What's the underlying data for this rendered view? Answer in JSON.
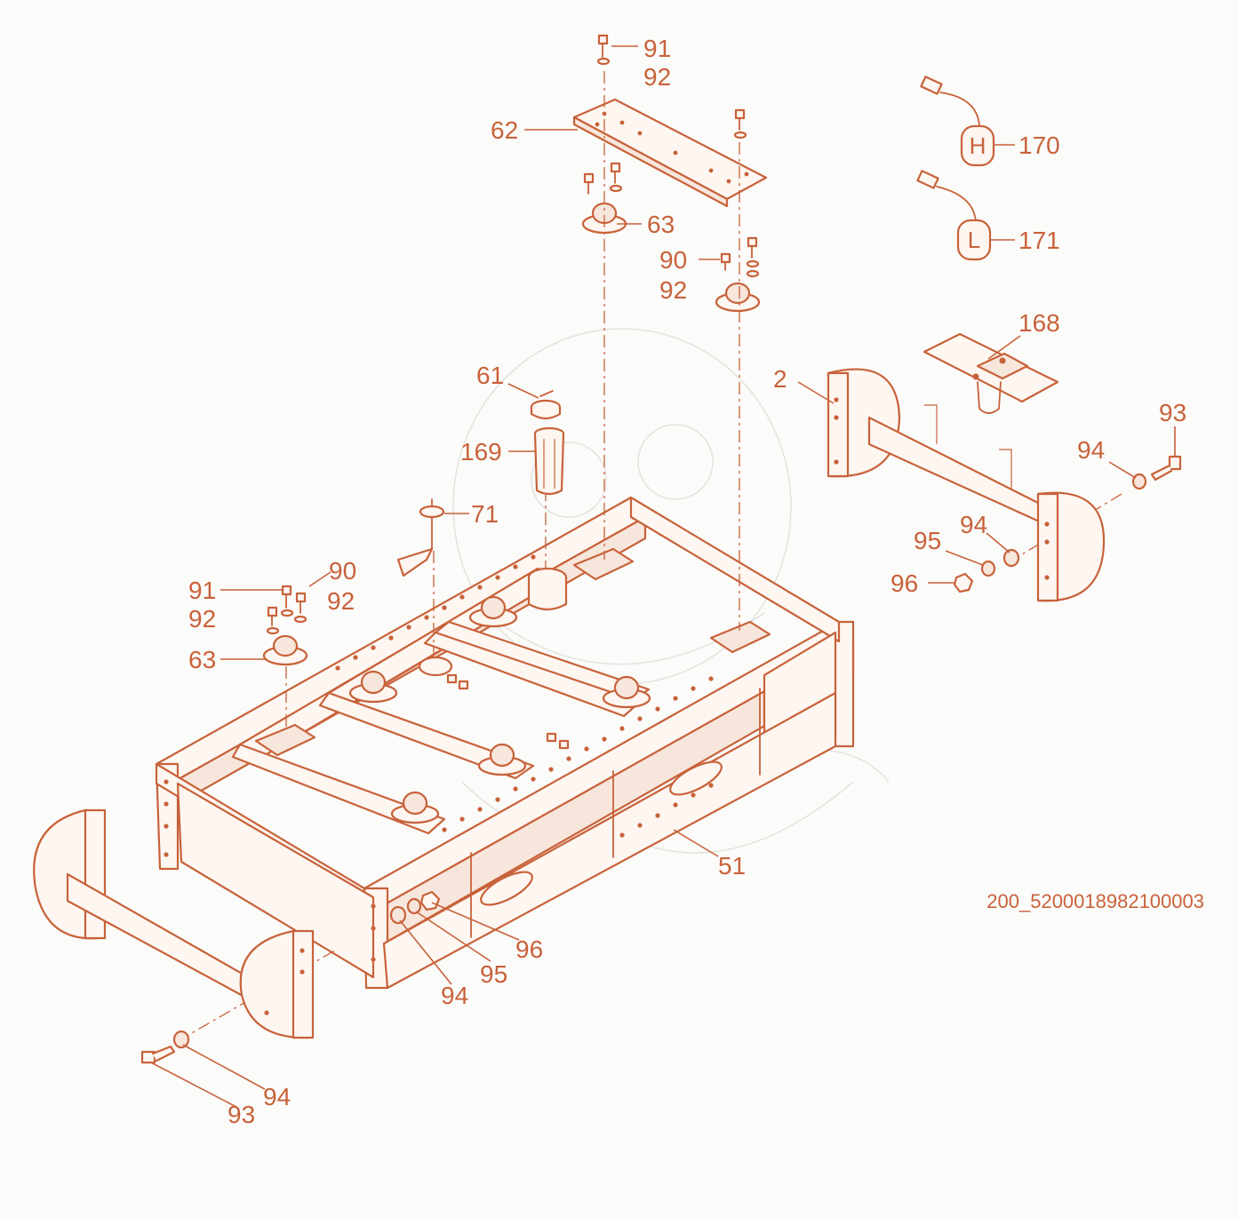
{
  "accent_color": "#c8623a",
  "diagram_code": "200_5200018982100003",
  "callouts": [
    {
      "id": "c91a",
      "text": "91"
    },
    {
      "id": "c92a",
      "text": "92"
    },
    {
      "id": "c62",
      "text": "62"
    },
    {
      "id": "c63a",
      "text": "63"
    },
    {
      "id": "c90a",
      "text": "90"
    },
    {
      "id": "c92b",
      "text": "92"
    },
    {
      "id": "c170",
      "text": "170"
    },
    {
      "id": "c171",
      "text": "171"
    },
    {
      "id": "c168",
      "text": "168"
    },
    {
      "id": "c2",
      "text": "2"
    },
    {
      "id": "c93a",
      "text": "93"
    },
    {
      "id": "c94a",
      "text": "94"
    },
    {
      "id": "c94b",
      "text": "94"
    },
    {
      "id": "c95a",
      "text": "95"
    },
    {
      "id": "c96a",
      "text": "96"
    },
    {
      "id": "c61",
      "text": "61"
    },
    {
      "id": "c169",
      "text": "169"
    },
    {
      "id": "c71",
      "text": "71"
    },
    {
      "id": "c91b",
      "text": "91"
    },
    {
      "id": "c90b",
      "text": "90"
    },
    {
      "id": "c92c",
      "text": "92"
    },
    {
      "id": "c92d",
      "text": "92"
    },
    {
      "id": "c63b",
      "text": "63"
    },
    {
      "id": "c51",
      "text": "51"
    },
    {
      "id": "c96b",
      "text": "96"
    },
    {
      "id": "c95b",
      "text": "95"
    },
    {
      "id": "c94c",
      "text": "94"
    },
    {
      "id": "c94d",
      "text": "94"
    },
    {
      "id": "c93b",
      "text": "93"
    }
  ],
  "sensor_badges": [
    {
      "id": "badge-h",
      "letter": "H"
    },
    {
      "id": "badge-l",
      "letter": "L"
    }
  ]
}
